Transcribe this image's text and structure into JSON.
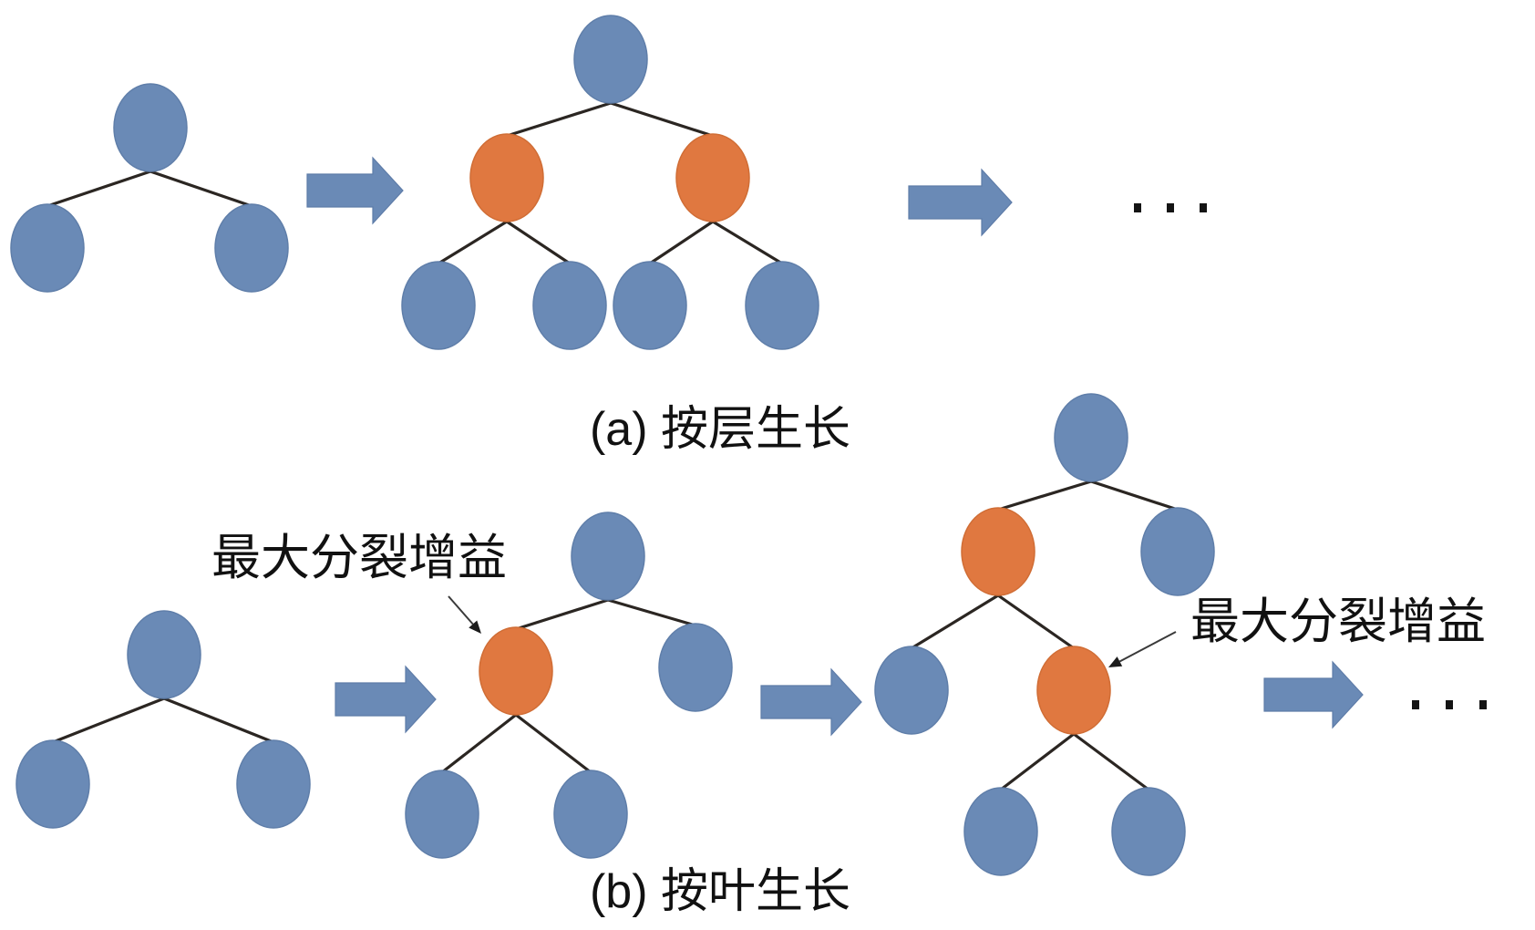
{
  "diagram": {
    "title": "Decision tree growth strategies",
    "colors": {
      "regular_node": "#6a8ab6",
      "split_node": "#e07840",
      "edge": "#2b2622",
      "flow_arrow": "#6a8ab6",
      "text": "#111111"
    },
    "panels": [
      {
        "id": "a",
        "caption": "(a) 按层生长",
        "caption_meaning": "level-wise growth",
        "stages": [
          {
            "stage": 1,
            "nodes": [
              {
                "id": "r",
                "type": "regular"
              },
              {
                "id": "L",
                "type": "regular",
                "parent": "r"
              },
              {
                "id": "R",
                "type": "regular",
                "parent": "r"
              }
            ]
          },
          {
            "stage": 2,
            "nodes": [
              {
                "id": "r",
                "type": "regular"
              },
              {
                "id": "L",
                "type": "split",
                "parent": "r"
              },
              {
                "id": "R",
                "type": "split",
                "parent": "r"
              },
              {
                "id": "LL",
                "type": "regular",
                "parent": "L"
              },
              {
                "id": "LR",
                "type": "regular",
                "parent": "L"
              },
              {
                "id": "RL",
                "type": "regular",
                "parent": "R"
              },
              {
                "id": "RR",
                "type": "regular",
                "parent": "R"
              }
            ]
          }
        ],
        "continuation": "···"
      },
      {
        "id": "b",
        "caption": "(b) 按叶生长",
        "caption_meaning": "leaf-wise growth",
        "stages": [
          {
            "stage": 1,
            "nodes": [
              {
                "id": "r",
                "type": "regular"
              },
              {
                "id": "L",
                "type": "regular",
                "parent": "r"
              },
              {
                "id": "R",
                "type": "regular",
                "parent": "r"
              }
            ]
          },
          {
            "stage": 2,
            "annotation": "最大分裂增益",
            "annotation_target": "L",
            "nodes": [
              {
                "id": "r",
                "type": "regular"
              },
              {
                "id": "L",
                "type": "split",
                "parent": "r"
              },
              {
                "id": "R",
                "type": "regular",
                "parent": "r"
              },
              {
                "id": "LL",
                "type": "regular",
                "parent": "L"
              },
              {
                "id": "LR",
                "type": "regular",
                "parent": "L"
              }
            ]
          },
          {
            "stage": 3,
            "annotation": "最大分裂增益",
            "annotation_target": "LR",
            "nodes": [
              {
                "id": "r",
                "type": "regular"
              },
              {
                "id": "L",
                "type": "split",
                "parent": "r"
              },
              {
                "id": "R",
                "type": "regular",
                "parent": "r"
              },
              {
                "id": "LL",
                "type": "regular",
                "parent": "L"
              },
              {
                "id": "LR",
                "type": "split",
                "parent": "L"
              },
              {
                "id": "LRL",
                "type": "regular",
                "parent": "LR"
              },
              {
                "id": "LRR",
                "type": "regular",
                "parent": "LR"
              }
            ]
          }
        ],
        "continuation": "···"
      }
    ]
  }
}
